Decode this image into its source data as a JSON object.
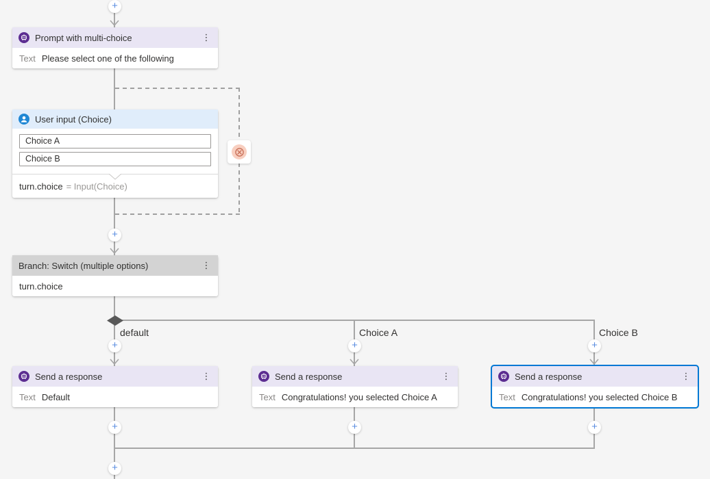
{
  "flow": {
    "prompt_node": {
      "title": "Prompt with multi-choice",
      "field_label": "Text",
      "field_value": "Please select one of the following"
    },
    "user_input_node": {
      "title": "User input (Choice)",
      "choices": [
        "Choice A",
        "Choice B"
      ],
      "result_variable": "turn.choice",
      "result_expression": "= Input(Choice)"
    },
    "branch_node": {
      "title": "Branch: Switch (multiple options)",
      "condition": "turn.choice"
    },
    "branch_labels": [
      "default",
      "Choice A",
      "Choice B"
    ],
    "response_nodes": [
      {
        "title": "Send a response",
        "field_label": "Text",
        "field_value": "Default",
        "selected": false
      },
      {
        "title": "Send a response",
        "field_label": "Text",
        "field_value": "Congratulations! you selected Choice A",
        "selected": false
      },
      {
        "title": "Send a response",
        "field_label": "Text",
        "field_value": "Congratulations! you selected Choice B",
        "selected": true
      }
    ]
  },
  "glyphs": {
    "kebab": "⋮",
    "plus": "+"
  },
  "colors": {
    "canvas_bg": "#f5f5f5",
    "prompt_header_bg": "#e9e5f4",
    "user_input_header_bg": "#e0edfb",
    "branch_header_bg": "#d3d3d3",
    "bot_icon_bg": "#5c2d91",
    "user_icon_bg": "#1f87d4",
    "selected_border": "#0078d4",
    "connector": "#a6a6a6",
    "goto_icon_bg": "#f8cfc0",
    "goto_icon_fg": "#c4674f"
  }
}
